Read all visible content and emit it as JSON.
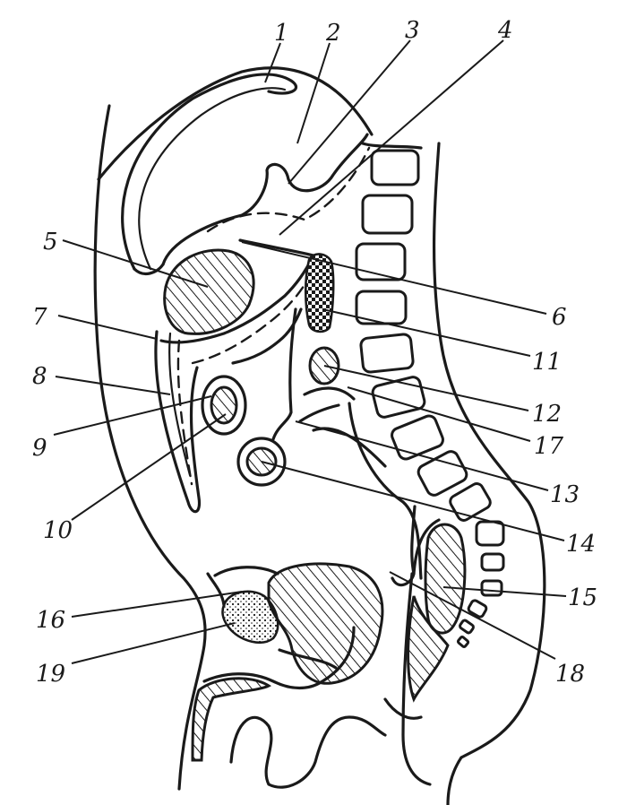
{
  "labels": [
    "1",
    "2",
    "3",
    "4",
    "5",
    "6",
    "7",
    "8",
    "9",
    "10",
    "11",
    "12",
    "13",
    "14",
    "15",
    "16",
    "17",
    "18",
    "19"
  ],
  "colors": {
    "ink": "#1a1a1a",
    "paper": "#ffffff"
  }
}
